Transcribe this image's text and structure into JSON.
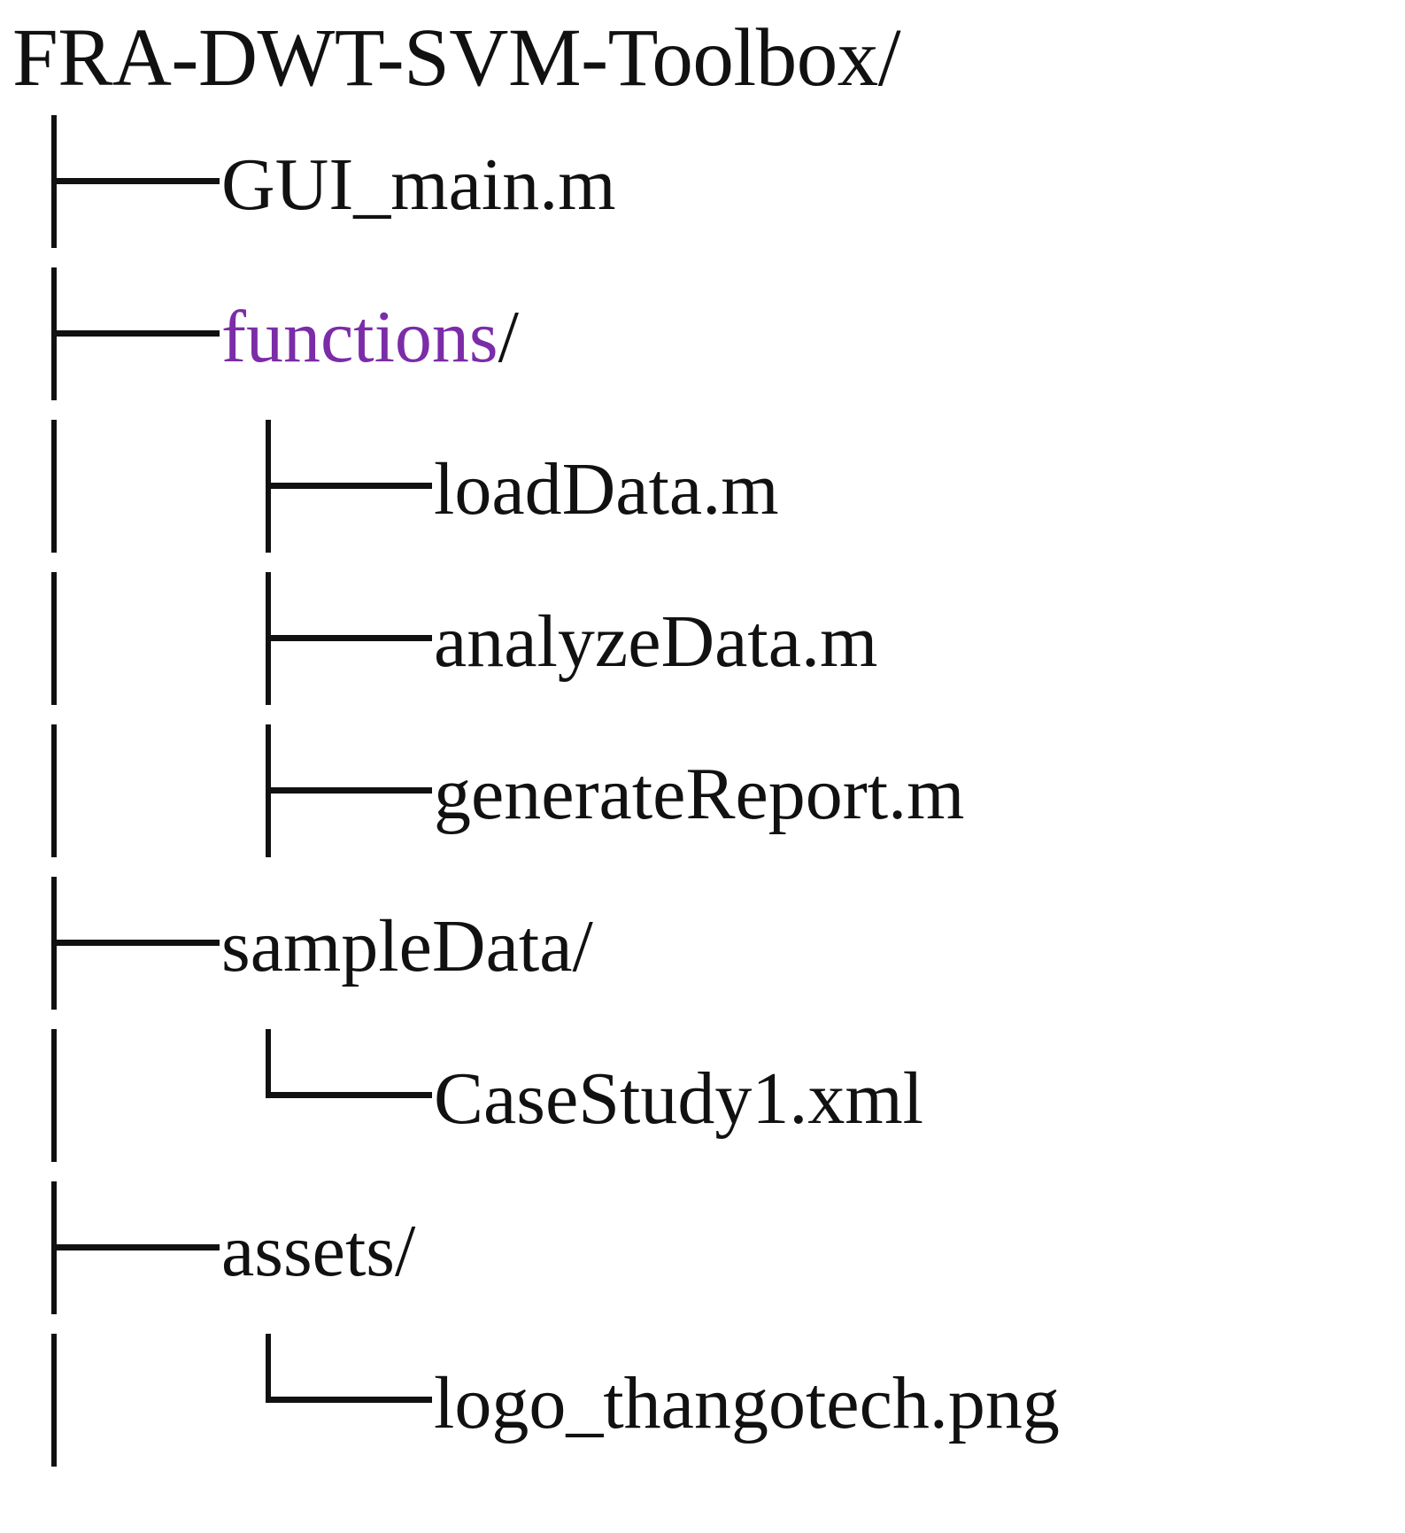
{
  "tree": {
    "root": {
      "name": "FRA-DWT-SVM-Toolbox/",
      "type": "directory"
    },
    "nodes": [
      {
        "label": "GUI_main.m",
        "name_text": "GUI_main.m",
        "suffix": "",
        "depth": 1,
        "type": "file",
        "connector": "tee",
        "highlight": false
      },
      {
        "label": "functions/",
        "name_text": "functions",
        "suffix": "/",
        "depth": 1,
        "type": "directory",
        "connector": "tee",
        "highlight": true
      },
      {
        "label": "loadData.m",
        "name_text": "loadData.m",
        "suffix": "",
        "depth": 2,
        "type": "file",
        "connector": "tee",
        "highlight": false
      },
      {
        "label": "analyzeData.m",
        "name_text": "analyzeData.m",
        "suffix": "",
        "depth": 2,
        "type": "file",
        "connector": "tee",
        "highlight": false
      },
      {
        "label": "generateReport.m",
        "name_text": "generateReport.m",
        "suffix": "",
        "depth": 2,
        "type": "file",
        "connector": "tee",
        "highlight": false
      },
      {
        "label": "sampleData/",
        "name_text": "sampleData",
        "suffix": "/",
        "depth": 1,
        "type": "directory",
        "connector": "tee",
        "highlight": false
      },
      {
        "label": "CaseStudy1.xml",
        "name_text": "CaseStudy1.xml",
        "suffix": "",
        "depth": 2,
        "type": "file",
        "connector": "elbow",
        "highlight": false
      },
      {
        "label": "assets/",
        "name_text": "assets",
        "suffix": "/",
        "depth": 1,
        "type": "directory",
        "connector": "tee",
        "highlight": false
      },
      {
        "label": "logo_thangotech.png",
        "name_text": "logo_thangotech.png",
        "suffix": "",
        "depth": 2,
        "type": "file",
        "connector": "elbow",
        "highlight": false
      }
    ],
    "colors": {
      "text": "#111111",
      "highlight": "#7b2ca8",
      "background": "#ffffff",
      "line": "#111111"
    }
  }
}
